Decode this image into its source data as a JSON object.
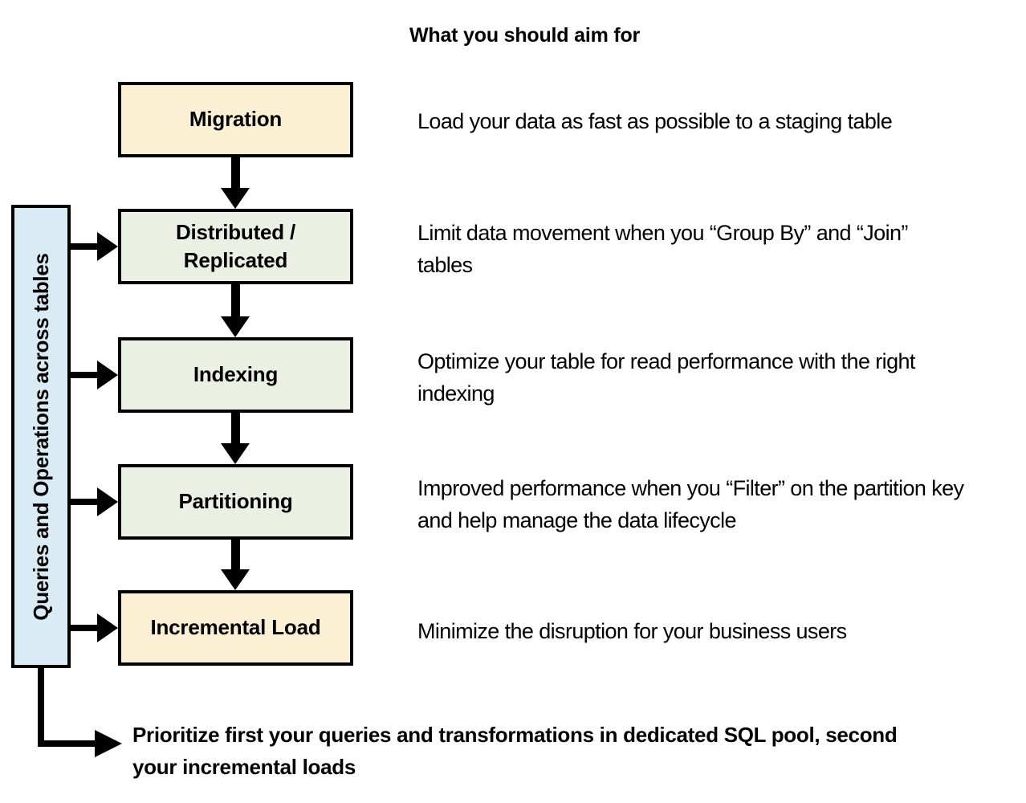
{
  "title": "What you should aim for",
  "sidebar": {
    "label": "Queries and Operations across tables"
  },
  "flow": {
    "steps": [
      {
        "label": "Migration",
        "fill_color": "#FBF0D3",
        "description": "Load your data as fast as possible to a staging table"
      },
      {
        "label": "Distributed / Replicated",
        "fill_color": "#EAF0E3",
        "description": "Limit data movement when you “Group By” and “Join” tables"
      },
      {
        "label": "Indexing",
        "fill_color": "#EAF0E3",
        "description": "Optimize your table for read performance with the right indexing"
      },
      {
        "label": "Partitioning",
        "fill_color": "#EAF0E3",
        "description": "Improved performance when you “Filter” on the partition key and help manage the data lifecycle"
      },
      {
        "label": "Incremental Load",
        "fill_color": "#FBF0D3",
        "description": "Minimize the disruption for your business users"
      }
    ]
  },
  "footer": {
    "note": "Prioritize first your queries and transformations in dedicated SQL pool, second your incremental loads"
  },
  "colors": {
    "accent_fill": "#FBF0D3",
    "step_fill": "#EAF0E3",
    "sidebar_fill": "#D9ECF5",
    "border": "#000000",
    "text": "#000000",
    "background": "#FFFFFF"
  }
}
